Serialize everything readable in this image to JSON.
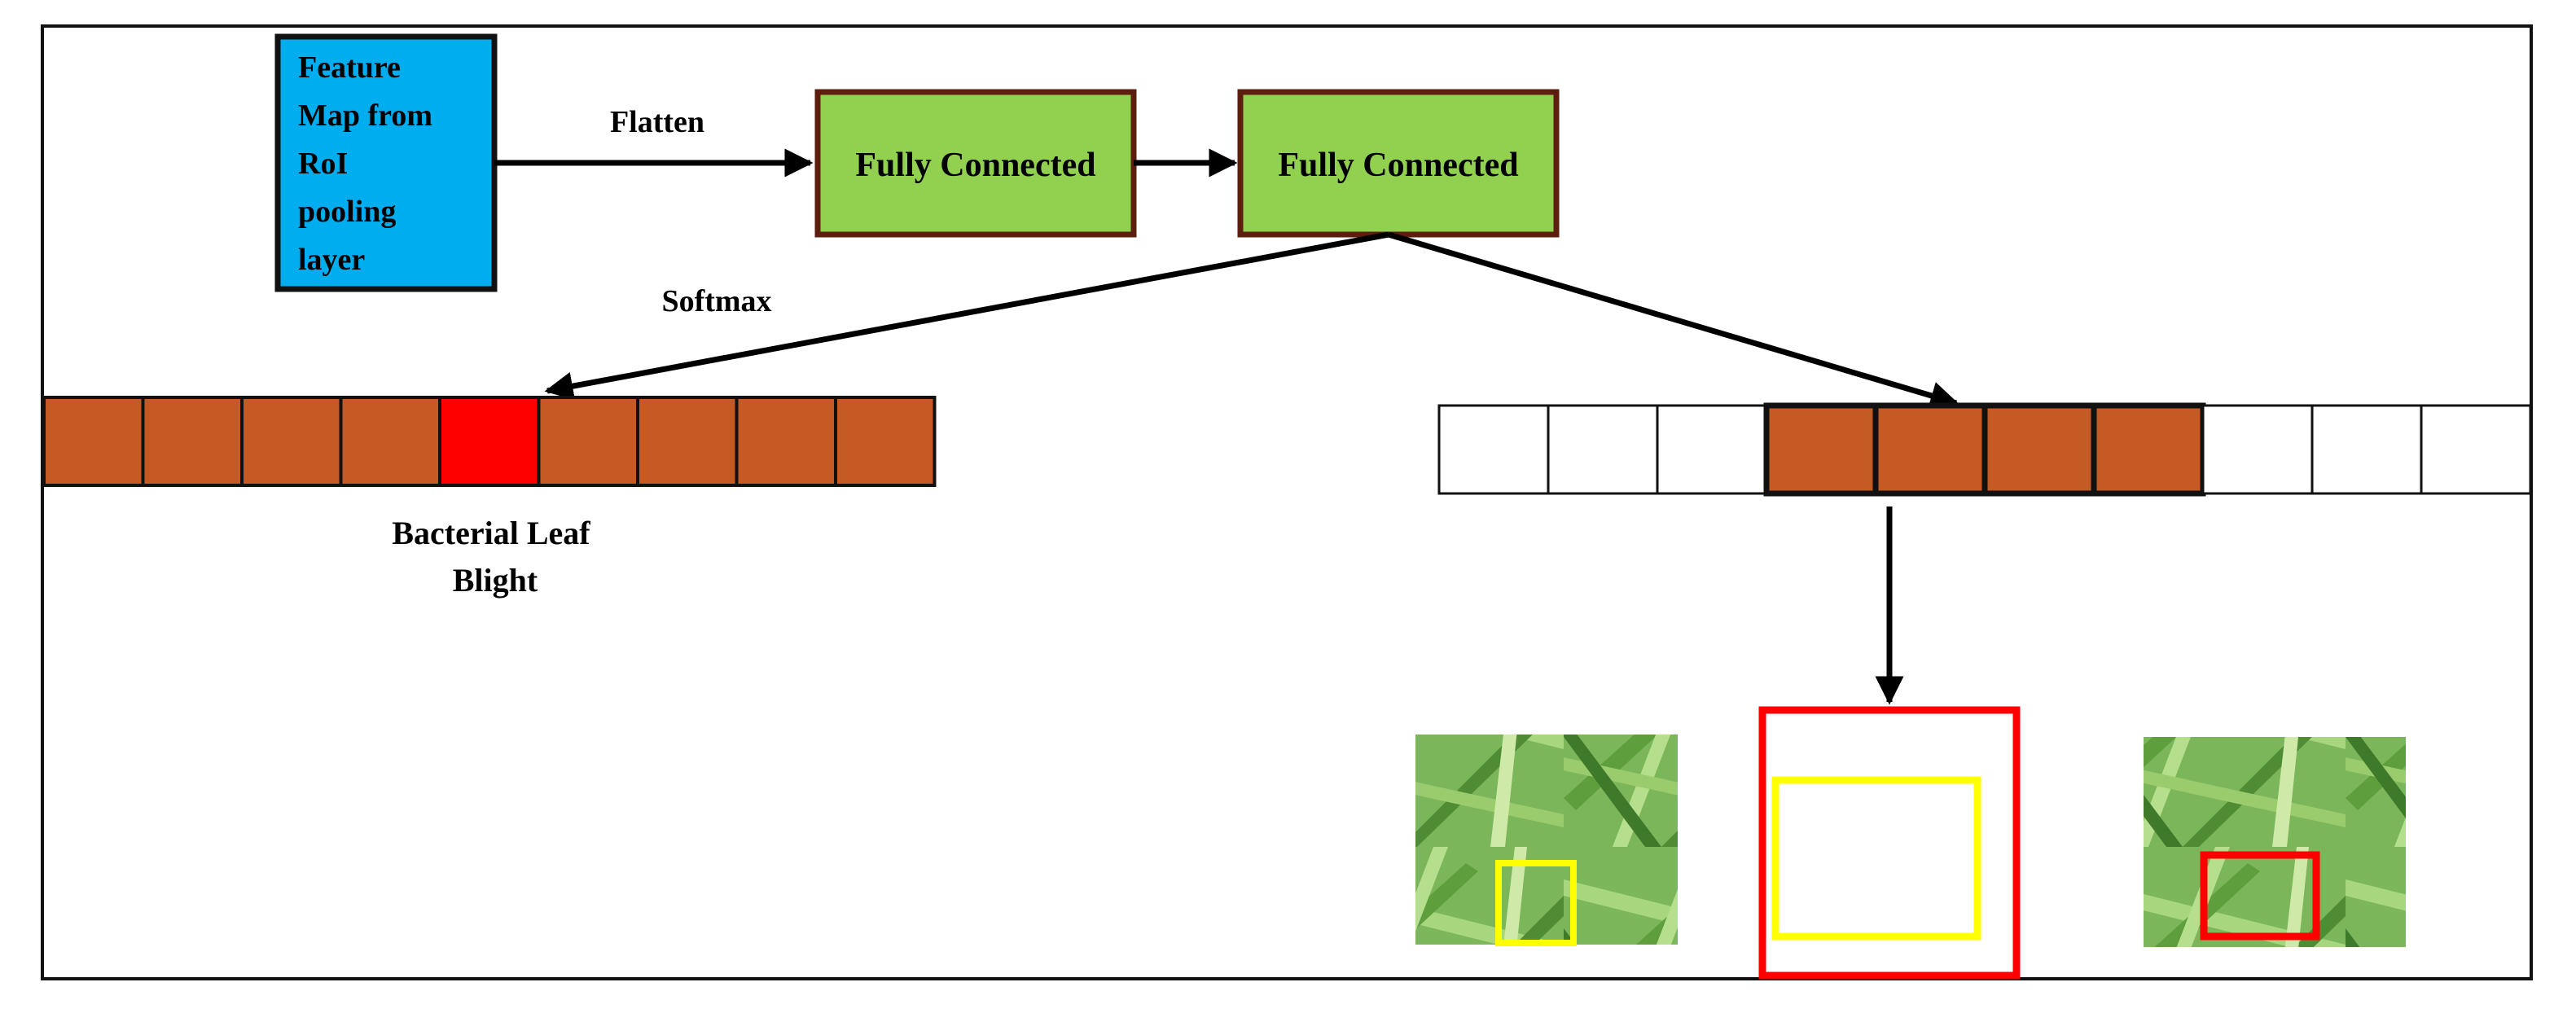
{
  "feature_map": {
    "lines": [
      "Feature",
      "Map from",
      "RoI",
      "pooling",
      "layer"
    ],
    "fill": "#00AEEF"
  },
  "flatten_label": "Flatten",
  "fc1_label": "Fully Connected",
  "fc2_label": "Fully Connected",
  "fc_fill": "#92D050",
  "fc_border": "#5C1F0F",
  "softmax_label": "Softmax",
  "class_vector": {
    "cell_count": 9,
    "active_index": 4,
    "cell_color": "#C55A24",
    "active_color": "#FF0000"
  },
  "class_label_lines": [
    "Bacterial Leaf",
    "Blight"
  ],
  "bbox_vector": {
    "cell_count": 10,
    "highlight_start": 3,
    "highlight_count": 4,
    "highlight_color": "#C55A24"
  },
  "images": {
    "left_box_color": "#FFFF00",
    "middle_outer_color": "#FF0000",
    "middle_inner_color": "#FFFF00",
    "right_box_color": "#FF0000"
  }
}
